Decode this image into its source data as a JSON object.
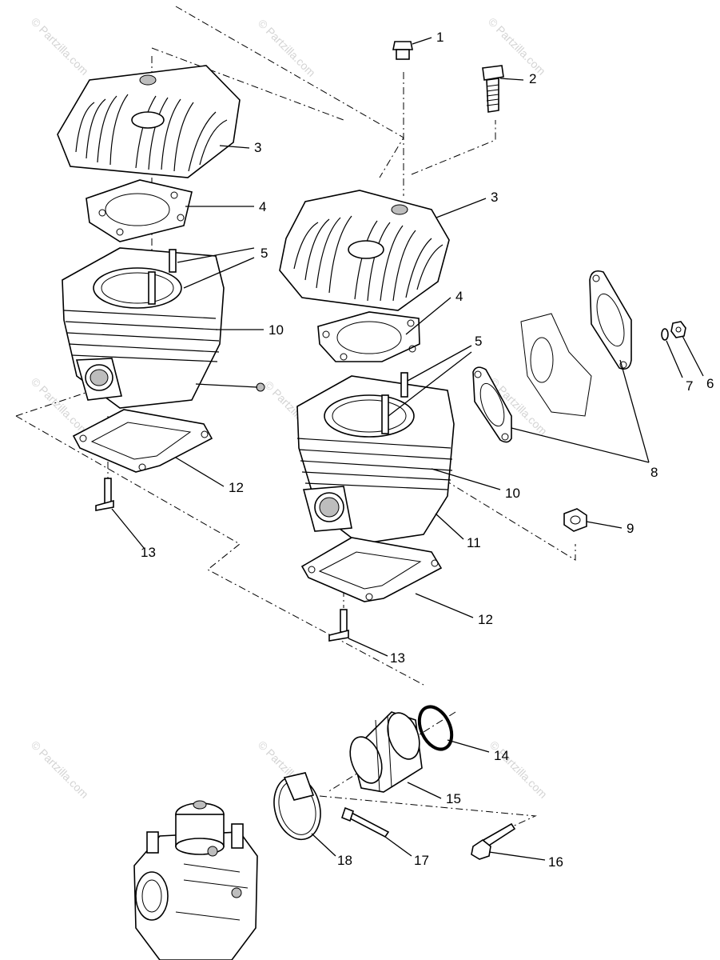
{
  "watermark": {
    "text": "© Partzilla.com"
  },
  "callouts": {
    "c1": "1",
    "c2": "2",
    "c3a": "3",
    "c3b": "3",
    "c4a": "4",
    "c4b": "4",
    "c5a": "5",
    "c5b": "5",
    "c6": "6",
    "c7": "7",
    "c8": "8",
    "c9": "9",
    "c10a": "10",
    "c10b": "10",
    "c11": "11",
    "c12a": "12",
    "c12b": "12",
    "c13a": "13",
    "c13b": "13",
    "c14": "14",
    "c15": "15",
    "c16": "16",
    "c17": "17",
    "c18": "18"
  }
}
